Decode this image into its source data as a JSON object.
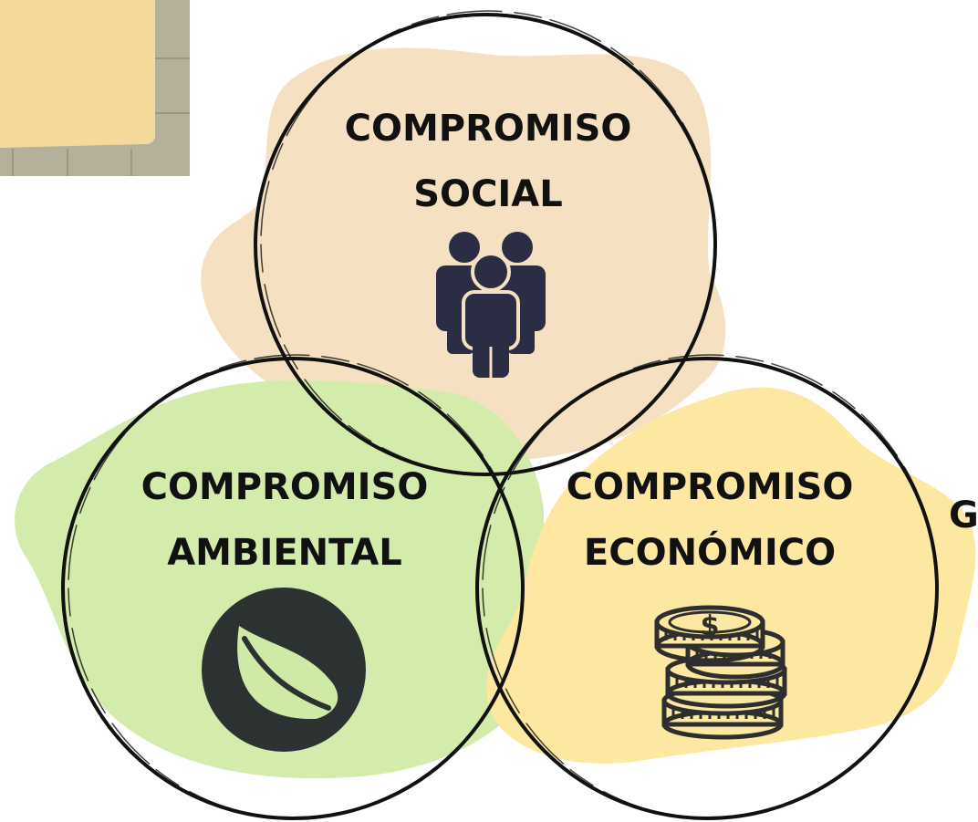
{
  "colors": {
    "social_blob": "#f5e1c1",
    "ambiental_blob": "#d3ebab",
    "economico_blob": "#fde8a2",
    "note_paper": "#f5d99a",
    "note_frame": "#b5b09a",
    "outline": "#111111",
    "icon_dark": "#2a2d44",
    "leaf_badge": "#2c3132",
    "leaf": "#cfe9a6"
  },
  "social": {
    "line1": "COMPROMISO",
    "line2": "SOCIAL",
    "icon": "people-group-icon"
  },
  "ambiental": {
    "line1": "COMPROMISO",
    "line2": "AMBIENTAL",
    "icon": "leaf-icon"
  },
  "economico": {
    "line1": "COMPROMISO",
    "line2": "ECONÓMICO",
    "icon": "coins-icon"
  },
  "edge_text": "G"
}
